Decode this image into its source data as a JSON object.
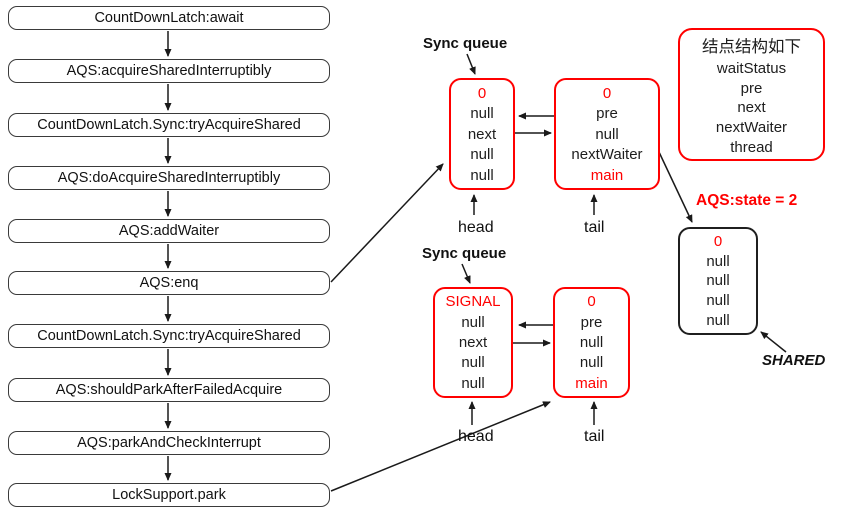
{
  "flowchart": {
    "boxes": [
      {
        "label": "CountDownLatch:await"
      },
      {
        "label": "AQS:acquireSharedInterruptibly"
      },
      {
        "label": "CountDownLatch.Sync:tryAcquireShared"
      },
      {
        "label": "AQS:doAcquireSharedInterruptibly"
      },
      {
        "label": "AQS:addWaiter"
      },
      {
        "label": "AQS:enq"
      },
      {
        "label": "CountDownLatch.Sync:tryAcquireShared"
      },
      {
        "label": "AQS:shouldParkAfterFailedAcquire"
      },
      {
        "label": "AQS:parkAndCheckInterrupt"
      },
      {
        "label": "LockSupport.park"
      }
    ]
  },
  "queue_top": {
    "label": "Sync queue",
    "head_label": "head",
    "tail_label": "tail",
    "head_node": {
      "rows": [
        "0",
        "null",
        "next",
        "null",
        "null"
      ]
    },
    "tail_node": {
      "rows": [
        "0",
        "pre",
        "null",
        "nextWaiter",
        "main"
      ]
    }
  },
  "queue_bottom": {
    "label": "Sync queue",
    "head_label": "head",
    "tail_label": "tail",
    "head_node": {
      "rows": [
        "SIGNAL",
        "null",
        "next",
        "null",
        "null"
      ]
    },
    "tail_node": {
      "rows": [
        "0",
        "pre",
        "null",
        "null",
        "main"
      ]
    }
  },
  "node_structure_box": {
    "title": "结点结构如下",
    "rows": [
      "waitStatus",
      "pre",
      "next",
      "nextWaiter",
      "thread"
    ]
  },
  "state_label": "AQS:state = 2",
  "shared_node": {
    "rows": [
      "0",
      "null",
      "null",
      "null",
      "null"
    ]
  },
  "shared_label": "SHARED",
  "colors": {
    "accent_red": "#ff0000",
    "line_black": "#1a1a1a",
    "flowbox_border": "#3a3a3a"
  }
}
